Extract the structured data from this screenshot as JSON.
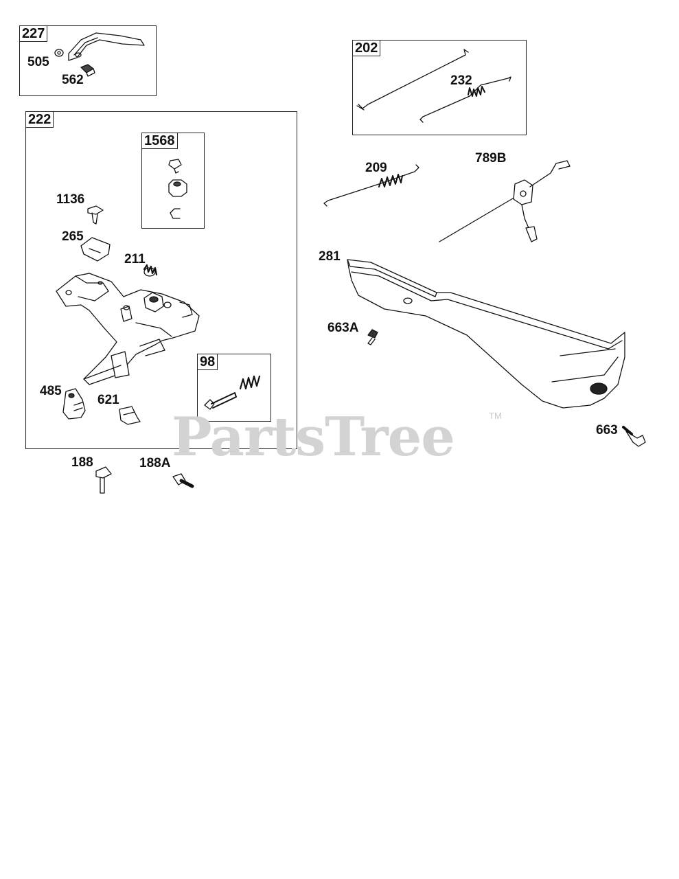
{
  "watermark": {
    "text": "PartsTree",
    "mark": "TM"
  },
  "boxes": {
    "b227": "227",
    "b202": "202",
    "b222": "222",
    "b1568": "1568",
    "b98": "98"
  },
  "labels": {
    "p505": "505",
    "p562": "562",
    "p232": "232",
    "p209": "209",
    "p789B": "789B",
    "p1136": "1136",
    "p265": "265",
    "p211": "211",
    "p281": "281",
    "p663A": "663A",
    "p485": "485",
    "p621": "621",
    "p663": "663",
    "p188": "188",
    "p188A": "188A"
  }
}
